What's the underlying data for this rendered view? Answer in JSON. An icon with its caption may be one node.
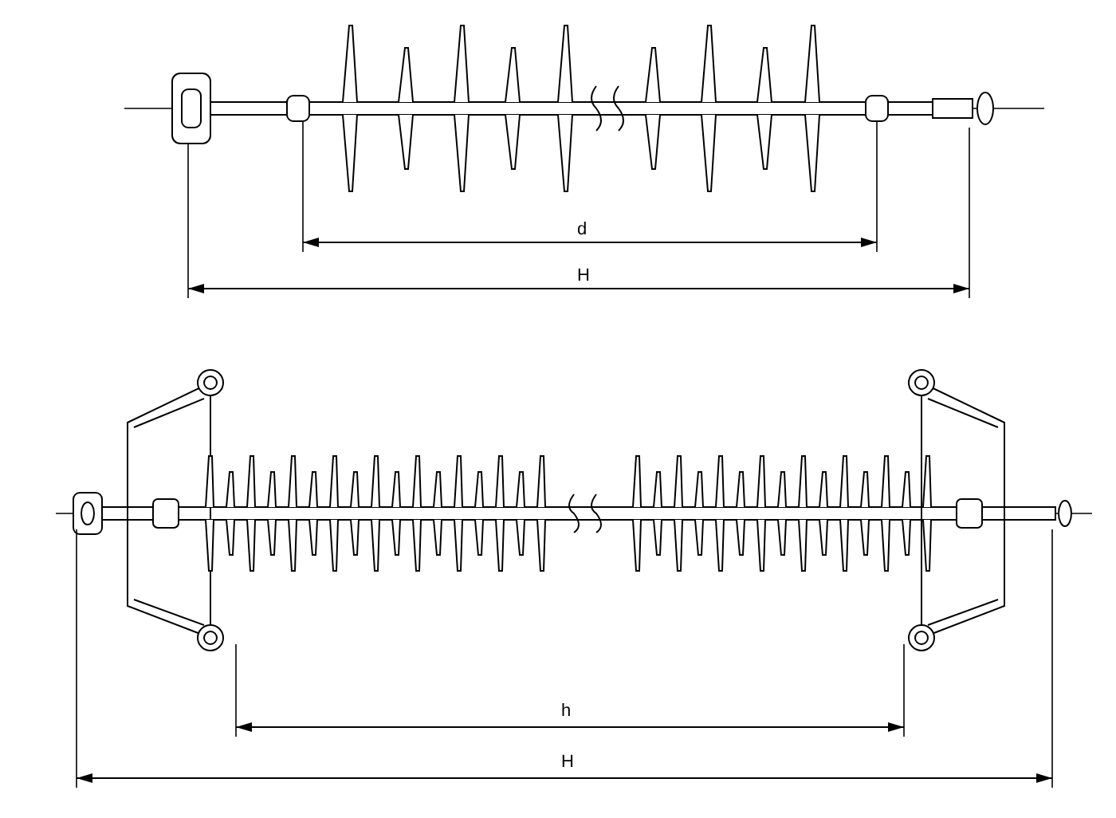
{
  "diagram": {
    "labels": [
      "d",
      "H",
      "h",
      "H"
    ]
  }
}
